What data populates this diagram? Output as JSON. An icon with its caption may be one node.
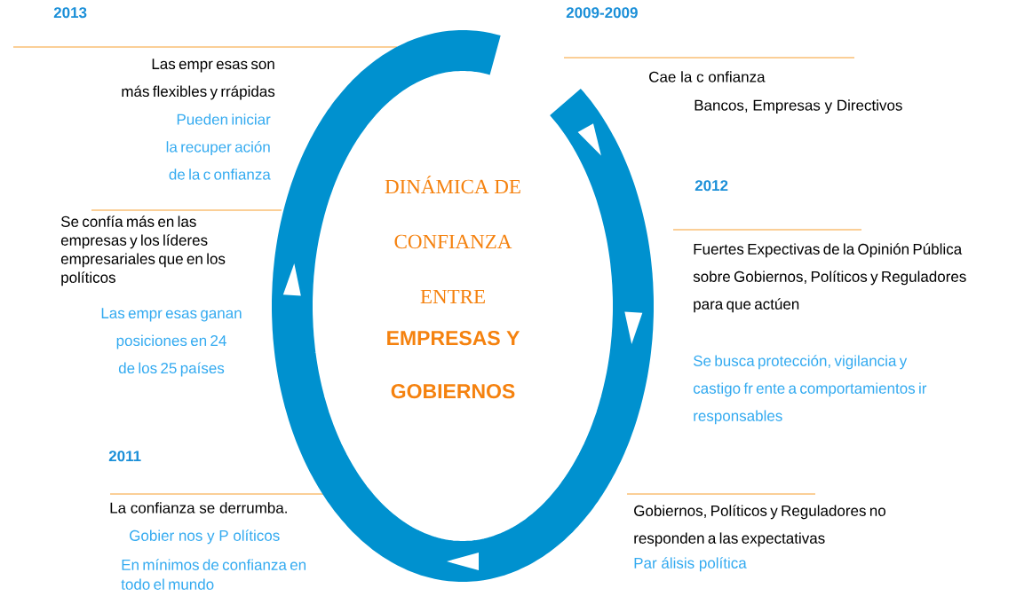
{
  "diagram": {
    "nodes": [
      {
        "text": [
          "DINÁMICA DE CONFIANZA ENTRE",
          "EMPRESAS Y GOBIERNOS"
        ]
      }
    ],
    "labels": [
      "2013",
      "Las empr esas son más flexibles y rrápidas",
      "Pueden iniciar la recuper ación de la c onfianza",
      "2009-2009",
      "Cae la c onfianza",
      "Bancos, Empresas y Directivos",
      "Se confía más en las empresas y los líderes empresariales que en los políticos",
      "2012",
      "Fuertes Expectivas de la Opinión Pública sobre Gobiernos, Políticos y Reguladores para que actúen",
      "Las empr esas ganan posiciones en 24 de los 25 países",
      "Se busca protección, vigilancia y castigo fr ente a comportamientos ir responsables",
      "2011",
      "La confianza se derrumba.",
      "Gobier nos y P olíticos",
      "En mínimos de confianza en todo el mundo",
      "Gobiernos, Políticos y Reguladores no responden a las expectativas",
      "Par álisis política"
    ]
  }
}
